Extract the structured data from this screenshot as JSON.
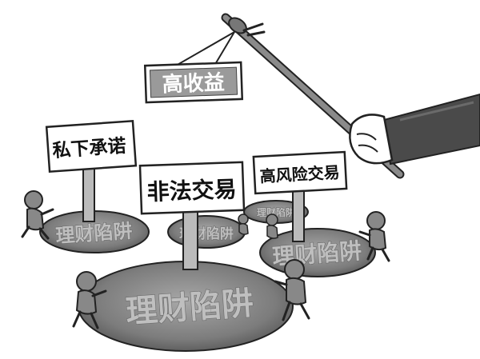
{
  "signs": {
    "high_return": "高收益",
    "private_promise": "私下承诺",
    "illegal_trading": "非法交易",
    "high_risk_trading": "高风险交易"
  },
  "traps": {
    "main": "理财陷阱",
    "left": "理财陷阱",
    "middle": "理财陷阱",
    "right": "理财陷阱",
    "back": "理财陷阱"
  },
  "colors": {
    "pit_fill": "#8a8a8a",
    "pit_dark": "#5a5a5a",
    "sign_fill": "#ffffff",
    "sleeve": "#4a4a4a",
    "rod": "#7a7a7a"
  }
}
